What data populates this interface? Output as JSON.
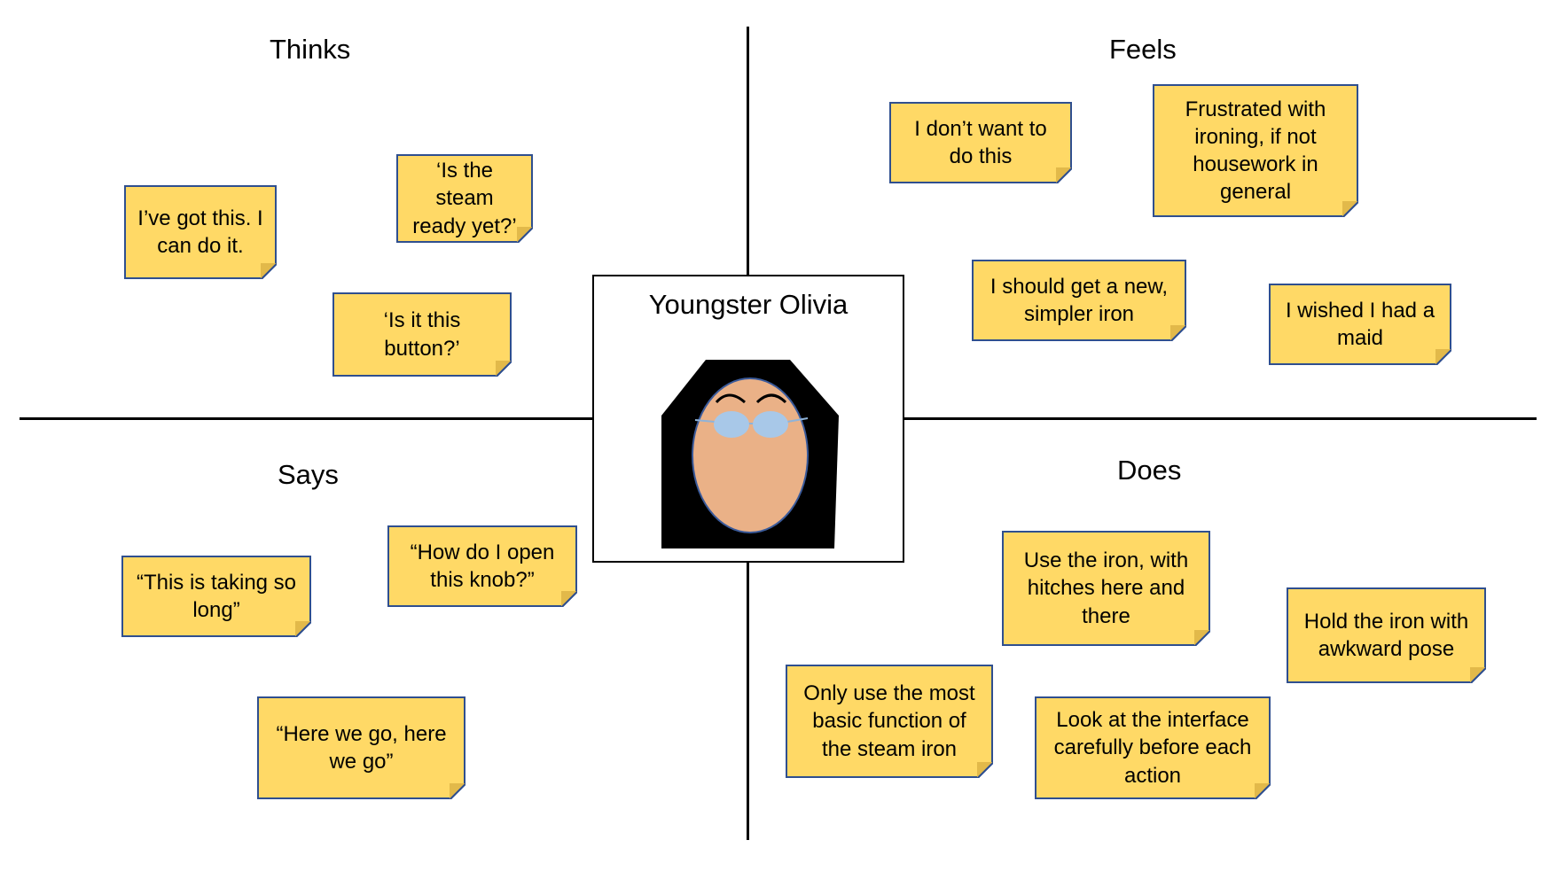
{
  "quadrants": {
    "thinks": {
      "title": "Thinks",
      "notes": [
        "I’ve got this. I can do it.",
        "‘Is the steam ready yet?’",
        "‘Is it this button?’"
      ]
    },
    "feels": {
      "title": "Feels",
      "notes": [
        "I don’t want to do this",
        "Frustrated with ironing, if not housework in general",
        "I should get a new, simpler iron",
        "I wished I had a maid"
      ]
    },
    "says": {
      "title": "Says",
      "notes": [
        "“This is taking so long”",
        "“How do I open this knob?”",
        "“Here we go, here we go”"
      ]
    },
    "does": {
      "title": "Does",
      "notes": [
        "Use the iron, with hitches here and there",
        "Hold the iron with awkward pose",
        "Only use the most basic function of the steam iron",
        "Look at the interface carefully before each action"
      ]
    }
  },
  "persona": {
    "name": "Youngster Olivia"
  },
  "colors": {
    "note_fill": "#ffd966",
    "note_border": "#2f4f8f",
    "face": "#eab187",
    "glasses": "#a8c8e8",
    "hair": "#000000"
  }
}
